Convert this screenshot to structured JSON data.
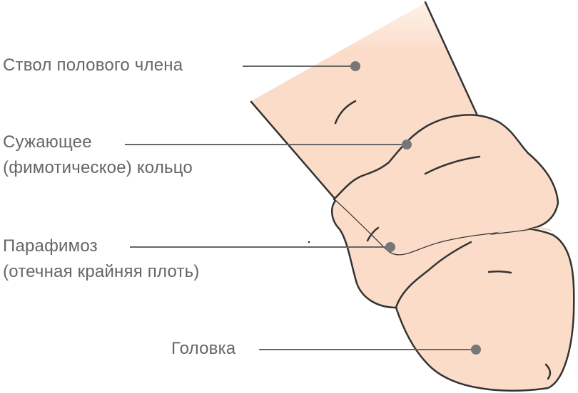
{
  "labels": {
    "shaft": "Ствол полового члена",
    "ring_line1": "Сужающее",
    "ring_line2": "(фимотическое) кольцо",
    "paraphimosis_line1": "Парафимоз",
    "paraphimosis_line2": "(отечная крайняя плоть)",
    "glans": "Головка"
  },
  "colors": {
    "skin_light": "#FDE0CF",
    "skin": "#FBDCC8",
    "outline": "#333333",
    "leader": "#666666",
    "text": "#666666"
  }
}
